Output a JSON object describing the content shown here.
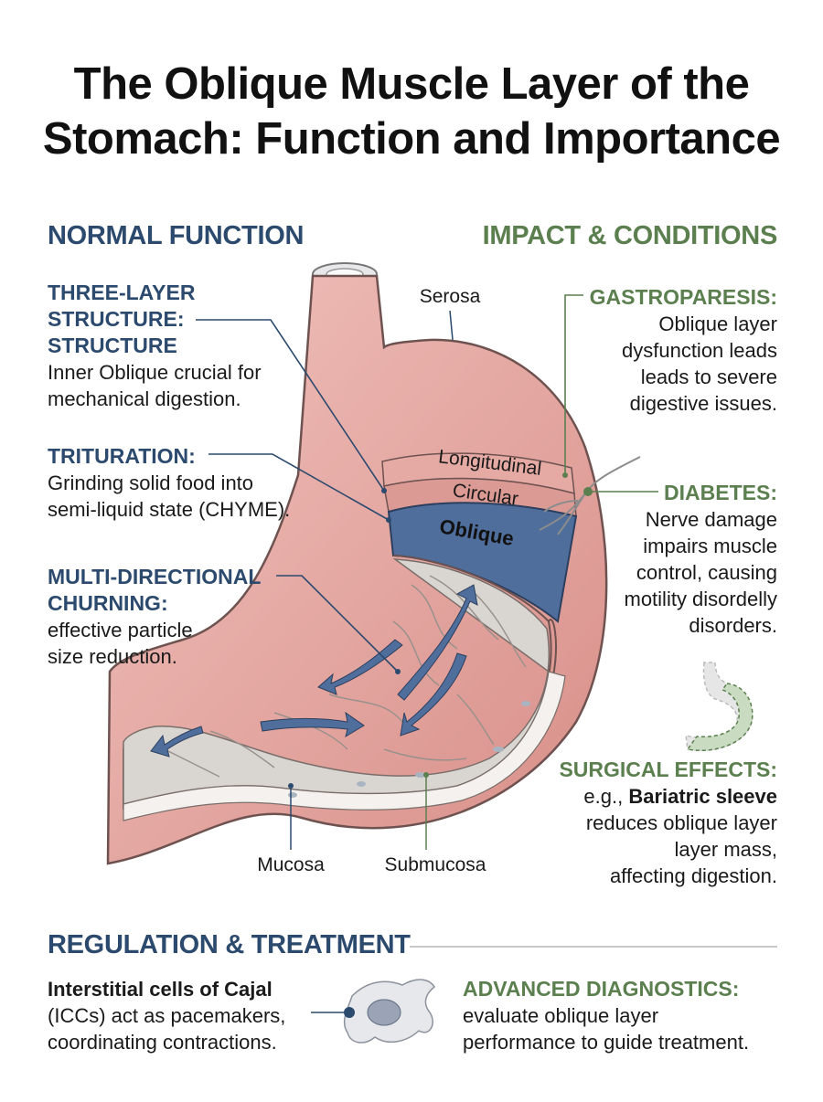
{
  "title_line1": "The Oblique Muscle Layer of the",
  "title_line2": "Stomach: Function and Importance",
  "left": {
    "heading": "NORMAL FUNCTION",
    "items": [
      {
        "label1": "THREE-LAYER",
        "label2": "STRUCTURE:",
        "label3": "STRUCTURE",
        "text1": "Inner Oblique crucial for",
        "text2": "mechanical digestion."
      },
      {
        "label1": "TRITURATION:",
        "text1": "Grinding solid food into",
        "text2": "semi-liquid state (CHYME)."
      },
      {
        "label1": "MULTI-DIRECTIONAL",
        "label2": "CHURNING:",
        "text1": "effective particle",
        "text2": "size reduction."
      }
    ]
  },
  "right": {
    "heading": "IMPACT & CONDITIONS",
    "items": [
      {
        "label": "GASTROPARESIS:",
        "lines": [
          "Oblique layer",
          "dysfunction leads",
          "leads to severe",
          "digestive issues."
        ]
      },
      {
        "label": "DIABETES:",
        "lines": [
          "Nerve damage",
          "impairs muscle",
          "control, causing",
          "motility disordelly",
          "disorders."
        ]
      },
      {
        "label": "SURGICAL EFFECTS:",
        "line1_pre": "e.g., ",
        "line1_bold": "Bariatric sleeve",
        "lines": [
          "reduces oblique layer",
          "layer mass,",
          "affecting digestion."
        ]
      }
    ]
  },
  "diagram": {
    "serosa": "Serosa",
    "longitudinal": "Longitudinal",
    "circular": "Circular",
    "oblique": "Oblique",
    "mucosa": "Mucosa",
    "submucosa": "Submucosa"
  },
  "bottom": {
    "heading": "REGULATION & TREATMENT",
    "icc_bold": "Interstitial cells of Cajal",
    "icc_lines": [
      "(ICCs) act as pacemakers,",
      "coordinating contractions."
    ],
    "diag_label": "ADVANCED DIAGNOSTICS:",
    "diag_lines": [
      "evaluate oblique layer",
      "performance to guide treatment."
    ]
  },
  "colors": {
    "blue": "#2c4a6e",
    "green": "#5b7f4e",
    "muscle_pink": "#e3a5a0",
    "oblique_blue": "#4f6e9c"
  }
}
